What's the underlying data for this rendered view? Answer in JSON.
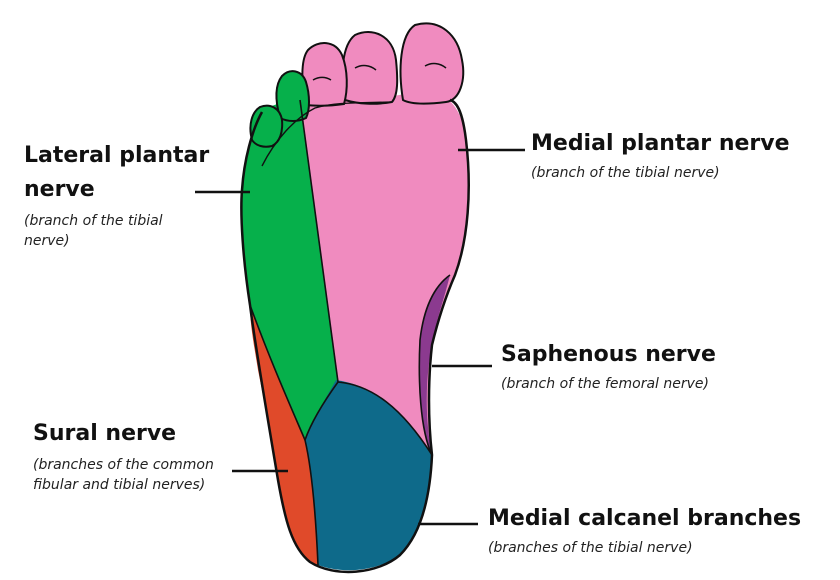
{
  "labels": {
    "lateral_plantar": {
      "title_line1": "Lateral plantar",
      "title_line2": "nerve",
      "subtitle": "(branch of the tibial nerve)"
    },
    "medial_plantar": {
      "title": "Medial plantar nerve",
      "subtitle": "(branch of the tibial nerve)"
    },
    "saphenous": {
      "title": "Saphenous nerve",
      "subtitle": "(branch of the femoral nerve)"
    },
    "sural": {
      "title": "Sural nerve",
      "subtitle": "(branches of the common fibular and tibial nerves)"
    },
    "medial_calcaneal": {
      "title": "Medial calcanel branches",
      "subtitle": "(branches of the tibial nerve)"
    }
  },
  "colors": {
    "lateral_plantar_region": "#06b04b",
    "medial_plantar_region": "#f08bbf",
    "saphenous_region": "#8b3a8f",
    "sural_region": "#e04a2a",
    "medial_calcaneal_region": "#0e6a8a",
    "outline": "#111111"
  }
}
